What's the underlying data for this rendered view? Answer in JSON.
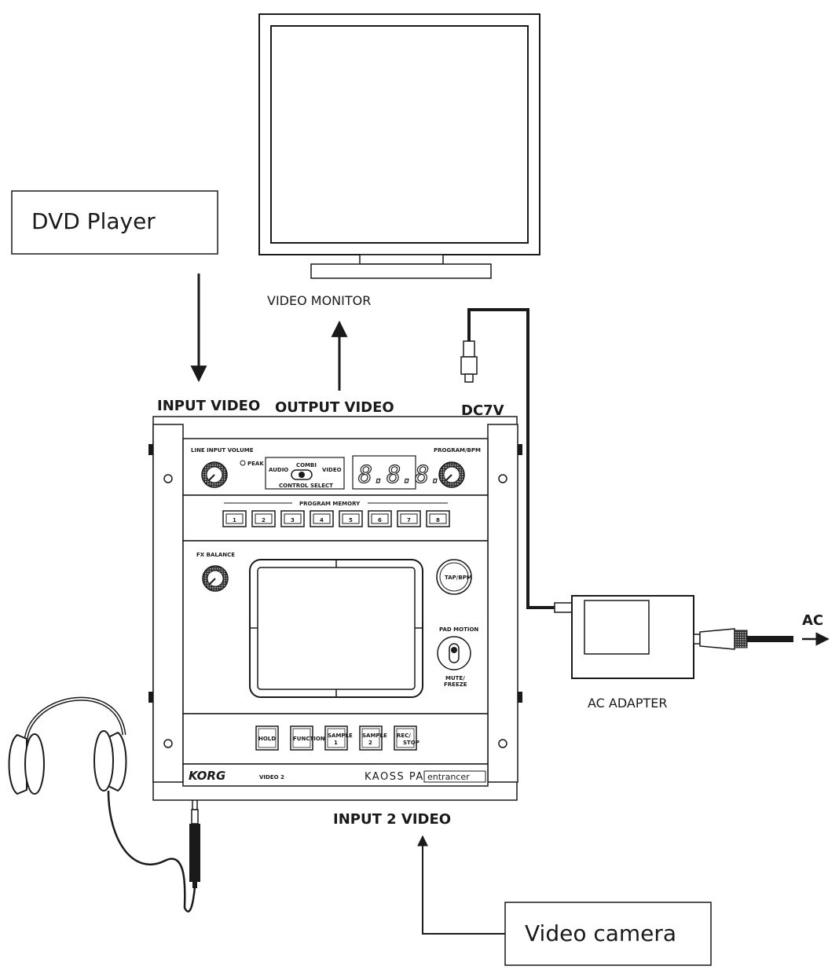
{
  "boxes": {
    "dvd": "DVD Player",
    "camera": "Video camera"
  },
  "labels": {
    "video_monitor": "VIDEO MONITOR",
    "input_video": "INPUT VIDEO",
    "output_video": "OUTPUT VIDEO",
    "dc7v": "DC7V",
    "input2_video": "INPUT 2 VIDEO",
    "ac_adapter": "AC ADAPTER",
    "ac": "AC"
  },
  "device": {
    "line_input_volume": "LINE INPUT VOLUME",
    "peak": "PEAK",
    "combi": "COMBI",
    "audio": "AUDIO",
    "video": "VIDEO",
    "control_select": "CONTROL SELECT",
    "display": "8.8.8.",
    "program_bpm": "PROGRAM/BPM",
    "program_memory": "PROGRAM MEMORY",
    "memory_buttons": [
      "1",
      "2",
      "3",
      "4",
      "5",
      "6",
      "7",
      "8"
    ],
    "fx_balance": "FX BALANCE",
    "tap_bpm": "TAP/BPM",
    "pad_motion": "PAD MOTION",
    "mute": "MUTE/",
    "freeze": "FREEZE",
    "bottom_buttons": [
      {
        "l1": "HOLD",
        "l2": ""
      },
      {
        "l1": "FUNCTION",
        "l2": ""
      },
      {
        "l1": "SAMPLE",
        "l2": "1"
      },
      {
        "l1": "SAMPLE",
        "l2": "2"
      },
      {
        "l1": "REC/",
        "l2": "STOP"
      }
    ],
    "brand": "KORG",
    "model": "VIDEO 2",
    "product": "KAOSS PAD",
    "product_sub": "entrancer"
  }
}
